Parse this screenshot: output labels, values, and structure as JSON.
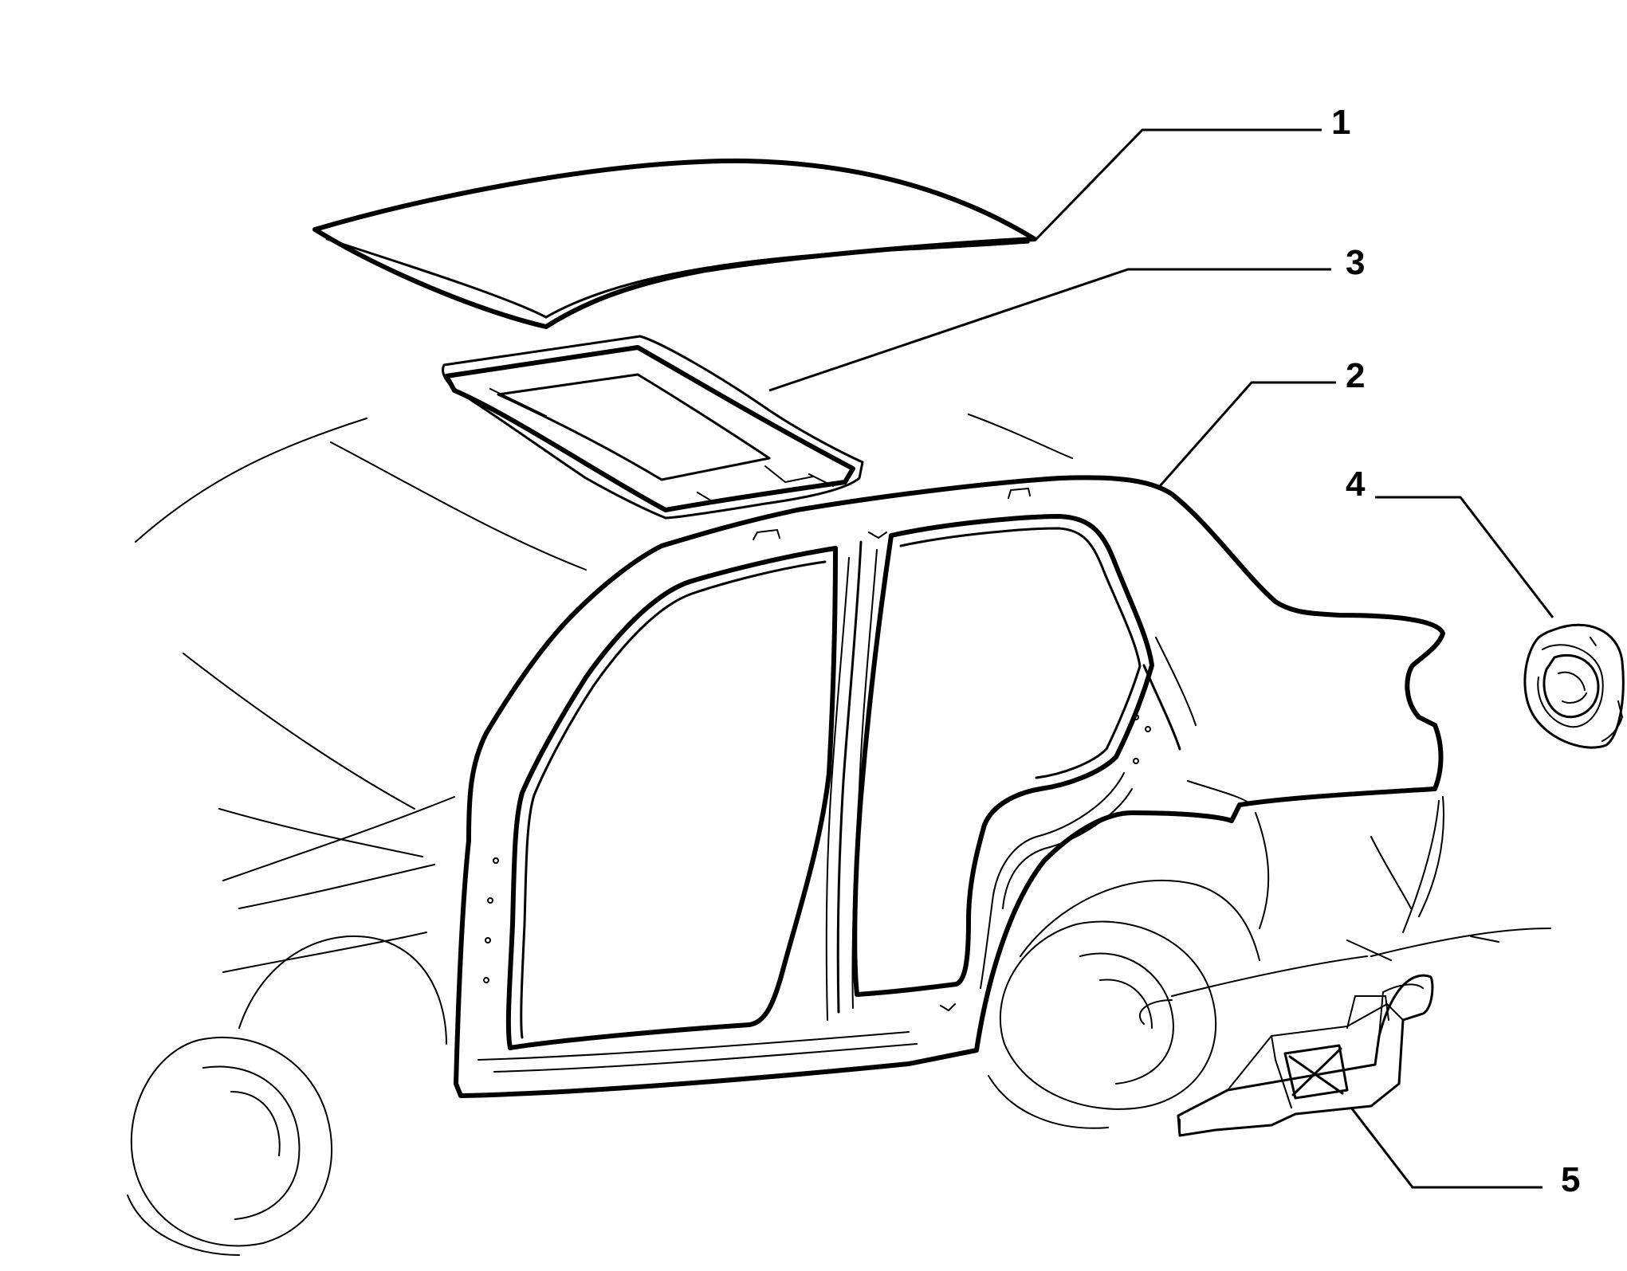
{
  "diagram": {
    "callouts": [
      {
        "id": "1",
        "label": "1"
      },
      {
        "id": "2",
        "label": "2"
      },
      {
        "id": "3",
        "label": "3"
      },
      {
        "id": "4",
        "label": "4"
      },
      {
        "id": "5",
        "label": "5"
      }
    ],
    "line_color": "#000000",
    "background_color": "#ffffff"
  }
}
